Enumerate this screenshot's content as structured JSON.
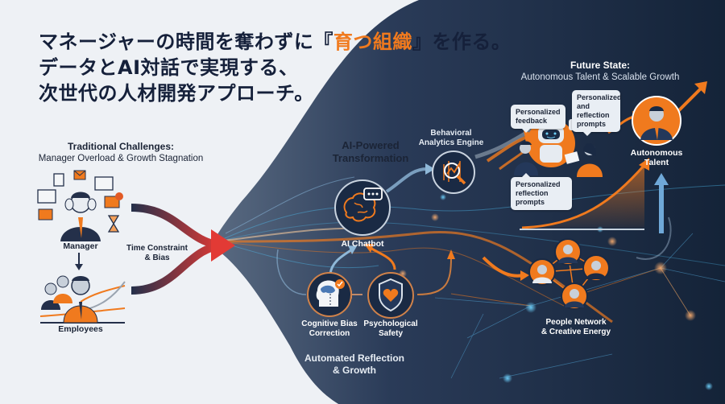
{
  "headline": {
    "line1_prefix": "マネージャーの時間を奪わずに",
    "line1_open_bracket": "『",
    "line1_accent": "育つ組織",
    "line1_close_bracket": "』",
    "line1_suffix": "を作る。",
    "line2": "データとAI対話で実現する、",
    "line3": "次世代の人材開発アプローチ。"
  },
  "traditional": {
    "title": "Traditional Challenges:",
    "subtitle": "Manager Overload & Growth Stagnation",
    "manager_label": "Manager",
    "employees_label": "Employees",
    "constraint_label_1": "Time Constraint",
    "constraint_label_2": "& Bias"
  },
  "transformation": {
    "title_1": "AI-Powered",
    "title_2": "Transformation",
    "chatbot_label": "AI Chatbot",
    "analytics_label_1": "Behavioral",
    "analytics_label_2": "Analytics Engine",
    "bias_label_1": "Cognitive Bias",
    "bias_label_2": "Correction",
    "safety_label_1": "Psychological",
    "safety_label_2": "Safety",
    "reflection_label_1": "Automated Reflection",
    "reflection_label_2": "& Growth"
  },
  "future": {
    "title": "Future State:",
    "subtitle": "Autonomous Talent & Scalable Growth",
    "bubble_feedback_1": "Personalized",
    "bubble_feedback_2": "feedback",
    "bubble_prompts_1": "Personalized",
    "bubble_prompts_2": "and reflection",
    "bubble_prompts_3": "prompts",
    "bubble_reflection_1": "Personalized",
    "bubble_reflection_2": "reflection prompts",
    "autonomous_label_1": "Autonomous",
    "autonomous_label_2": "Talent",
    "network_label_1": "People Network",
    "network_label_2": "& Creative Energy"
  },
  "colors": {
    "accent_orange": "#f07a1e",
    "navy": "#1b2b45",
    "dark_text": "#15203a",
    "arrow_red": "#e23a35",
    "glow_blue": "#4fc3f7"
  }
}
